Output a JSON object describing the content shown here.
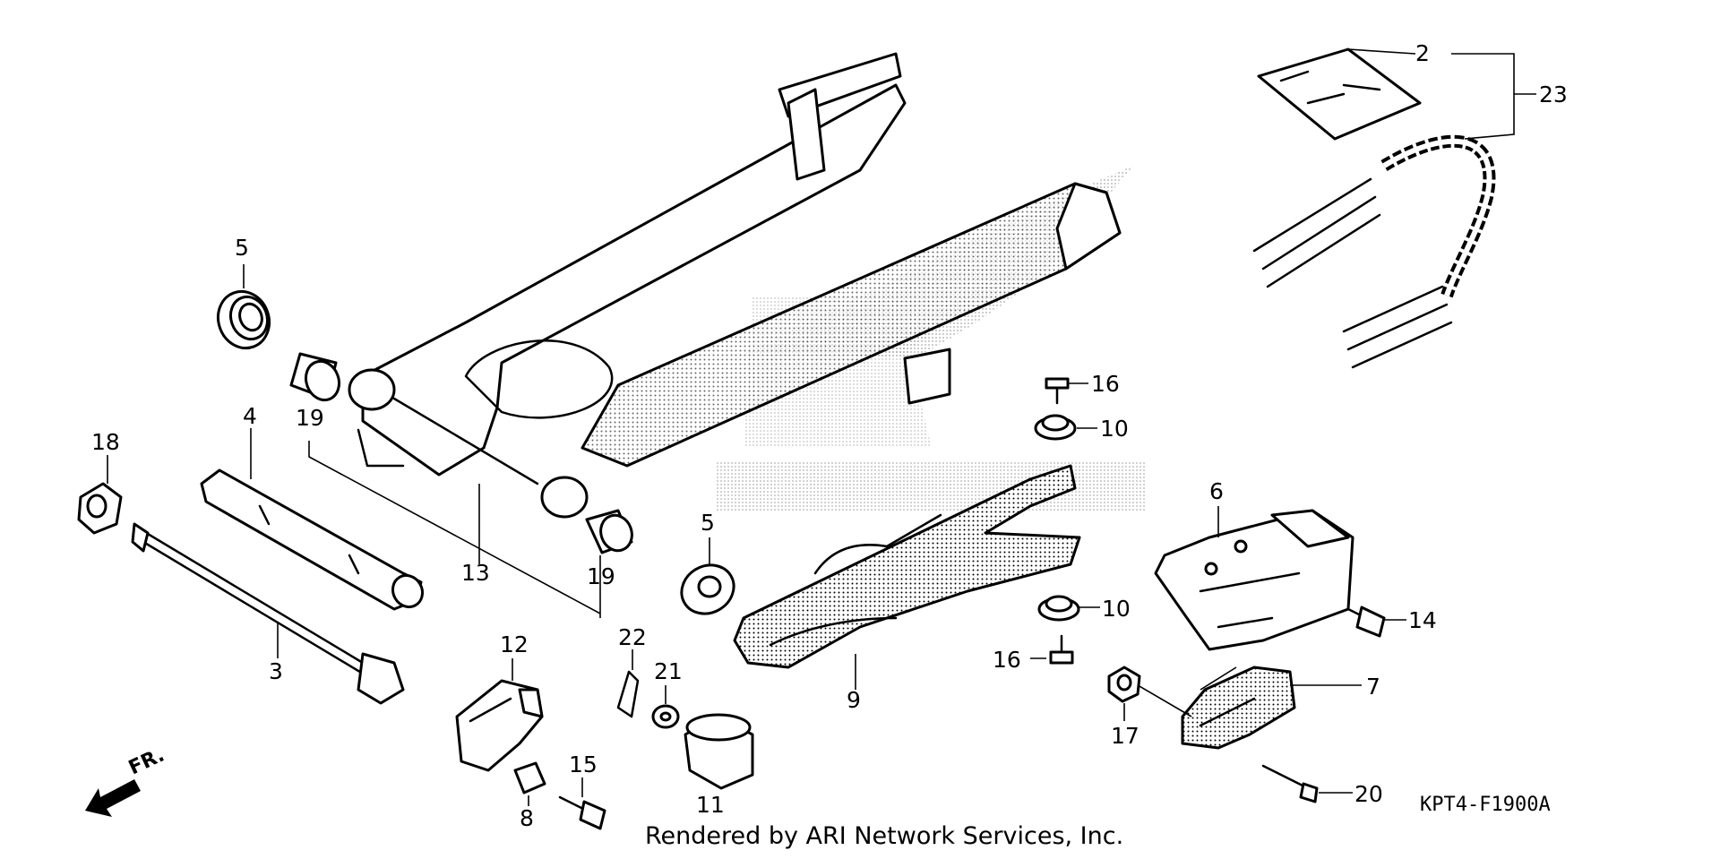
{
  "diagram": {
    "parts": [
      {
        "num": "2"
      },
      {
        "num": "23"
      },
      {
        "num": "5"
      },
      {
        "num": "16"
      },
      {
        "num": "19"
      },
      {
        "num": "10"
      },
      {
        "num": "4"
      },
      {
        "num": "18"
      },
      {
        "num": "13"
      },
      {
        "num": "6"
      },
      {
        "num": "5"
      },
      {
        "num": "19"
      },
      {
        "num": "10"
      },
      {
        "num": "14"
      },
      {
        "num": "3"
      },
      {
        "num": "16"
      },
      {
        "num": "12"
      },
      {
        "num": "22"
      },
      {
        "num": "9"
      },
      {
        "num": "21"
      },
      {
        "num": "7"
      },
      {
        "num": "17"
      },
      {
        "num": "15"
      },
      {
        "num": "20"
      },
      {
        "num": "8"
      },
      {
        "num": "11"
      }
    ],
    "diagram_code": "KPT4-F1900A",
    "front_label": "FR.",
    "footer": "Rendered by ARI Network Services, Inc."
  }
}
